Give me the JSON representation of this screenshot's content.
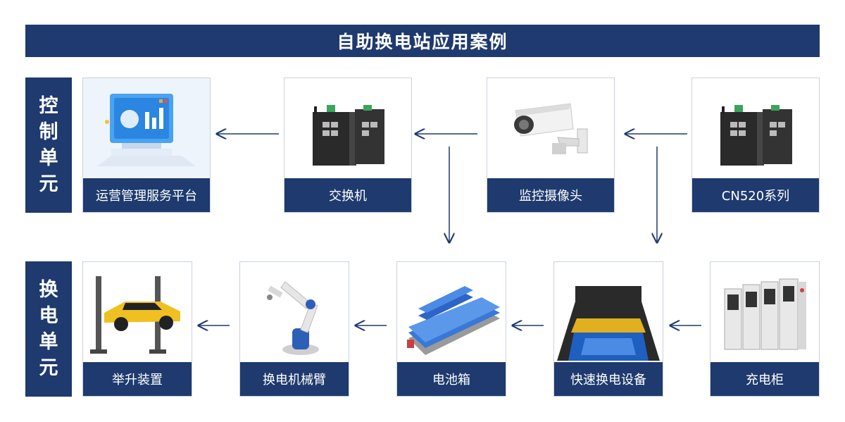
{
  "title": "自助换电站应用案例",
  "rows": {
    "control_label": [
      "控",
      "制",
      "单",
      "元"
    ],
    "swap_label": [
      "换",
      "电",
      "单",
      "元"
    ]
  },
  "control_cards": {
    "platform": "运营管理服务平台",
    "switch": "交换机",
    "camera": "监控摄像头",
    "cn520": "CN520系列"
  },
  "swap_cards": {
    "lift": "举升装置",
    "arm": "换电机械臂",
    "battery": "电池箱",
    "fast": "快速换电设备",
    "charger": "充电柜"
  },
  "colors": {
    "navy": "#1e3a6e",
    "border": "#c9d2e0"
  }
}
